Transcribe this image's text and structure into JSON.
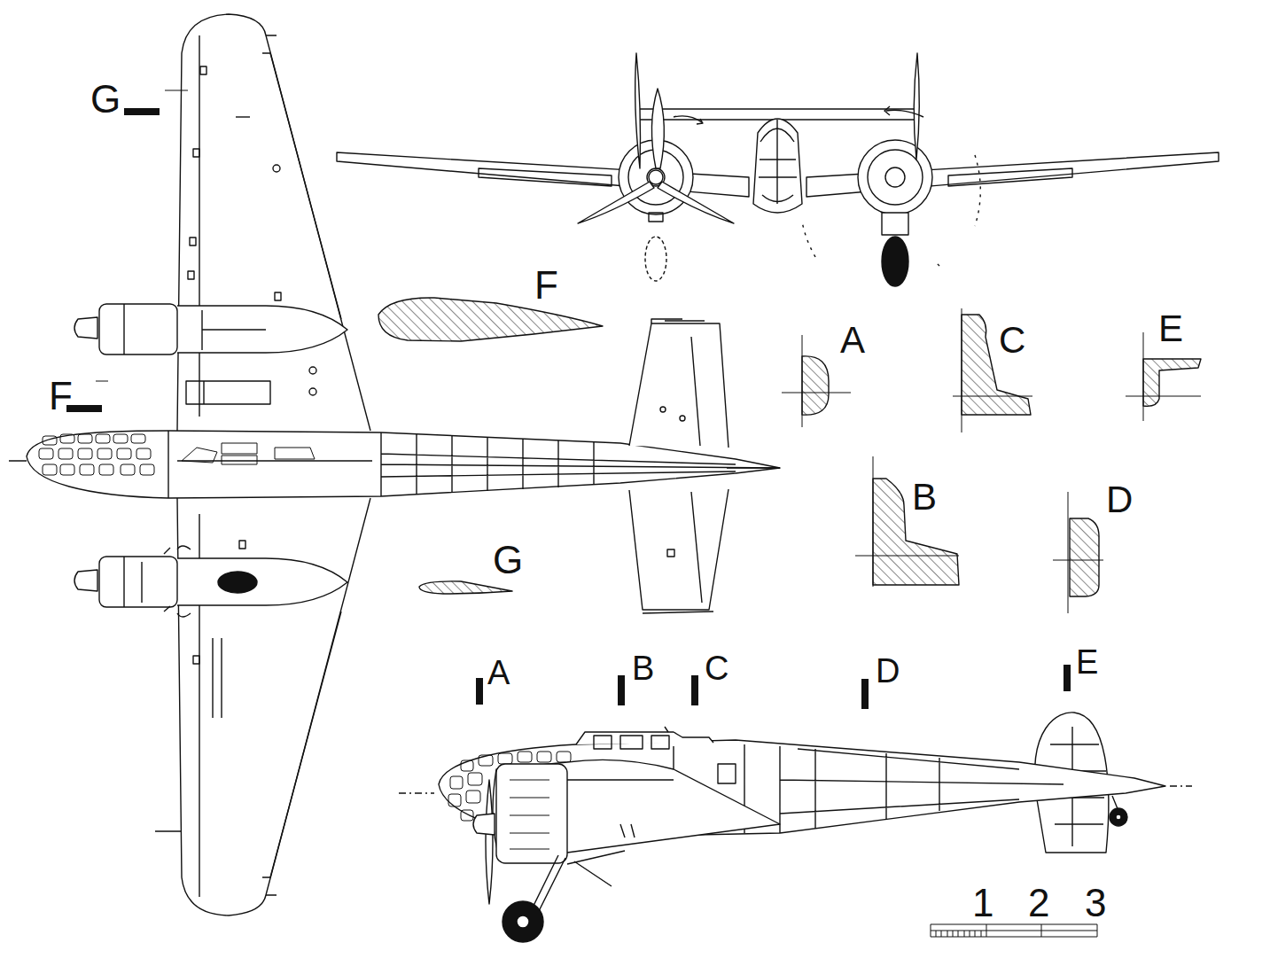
{
  "diagram": {
    "labels": [
      "G",
      "F",
      "A",
      "C",
      "E",
      "F",
      "B",
      "D",
      "G",
      "A",
      "B",
      "C",
      "D",
      "E",
      "1",
      "2",
      "3"
    ]
  }
}
